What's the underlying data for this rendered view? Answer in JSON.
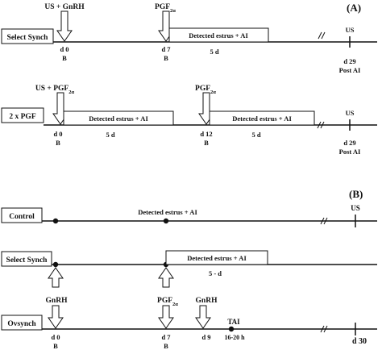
{
  "panel_a": {
    "label": "(A)",
    "select_synch": {
      "name": "Select Synch",
      "arrow1_label": "US + GnRH",
      "arrow2_label_main": "PGF",
      "arrow2_label_sub": "2α",
      "box_label": "Detected estrus + AI",
      "duration": "5 d",
      "tick_d0": "d 0",
      "tick_d0_sub": "B",
      "tick_d7": "d 7",
      "tick_d7_sub": "B",
      "end_label": "US",
      "end_day": "d 29",
      "end_sub": "Post AI"
    },
    "two_pgf": {
      "name": "2 x PGF",
      "arrow1_label_main": "US + PGF",
      "arrow1_label_sub": "2α",
      "arrow2_label_main": "PGF",
      "arrow2_label_sub": "2α",
      "box1_label": "Detected estrus + AI",
      "box2_label": "Detected estrus + AI",
      "duration1": "5 d",
      "duration2": "5 d",
      "tick_d0": "d 0",
      "tick_d0_sub": "B",
      "tick_d12": "d 12",
      "tick_d12_sub": "B",
      "end_label": "US",
      "end_day": "d 29",
      "end_sub": "Post AI"
    }
  },
  "panel_b": {
    "label": "(B)",
    "control": {
      "name": "Control",
      "mid_label": "Detected estrus + AI",
      "end_label": "US"
    },
    "select_synch": {
      "name": "Select Synch",
      "box_label": "Detected estrus + AI",
      "duration": "5 - d"
    },
    "ovsynch": {
      "name": "Ovsynch",
      "arrow1_label": "GnRH",
      "arrow2_label_main": "PGF",
      "arrow2_label_sub": "2α",
      "arrow3_label": "GnRH",
      "tai_label": "TAI",
      "tai_timing": "16-20 h",
      "tick_d0": "d 0",
      "tick_d0_sub": "B",
      "tick_d7": "d 7",
      "tick_d7_sub": "B",
      "tick_d9": "d 9",
      "end_day": "d 30"
    }
  }
}
